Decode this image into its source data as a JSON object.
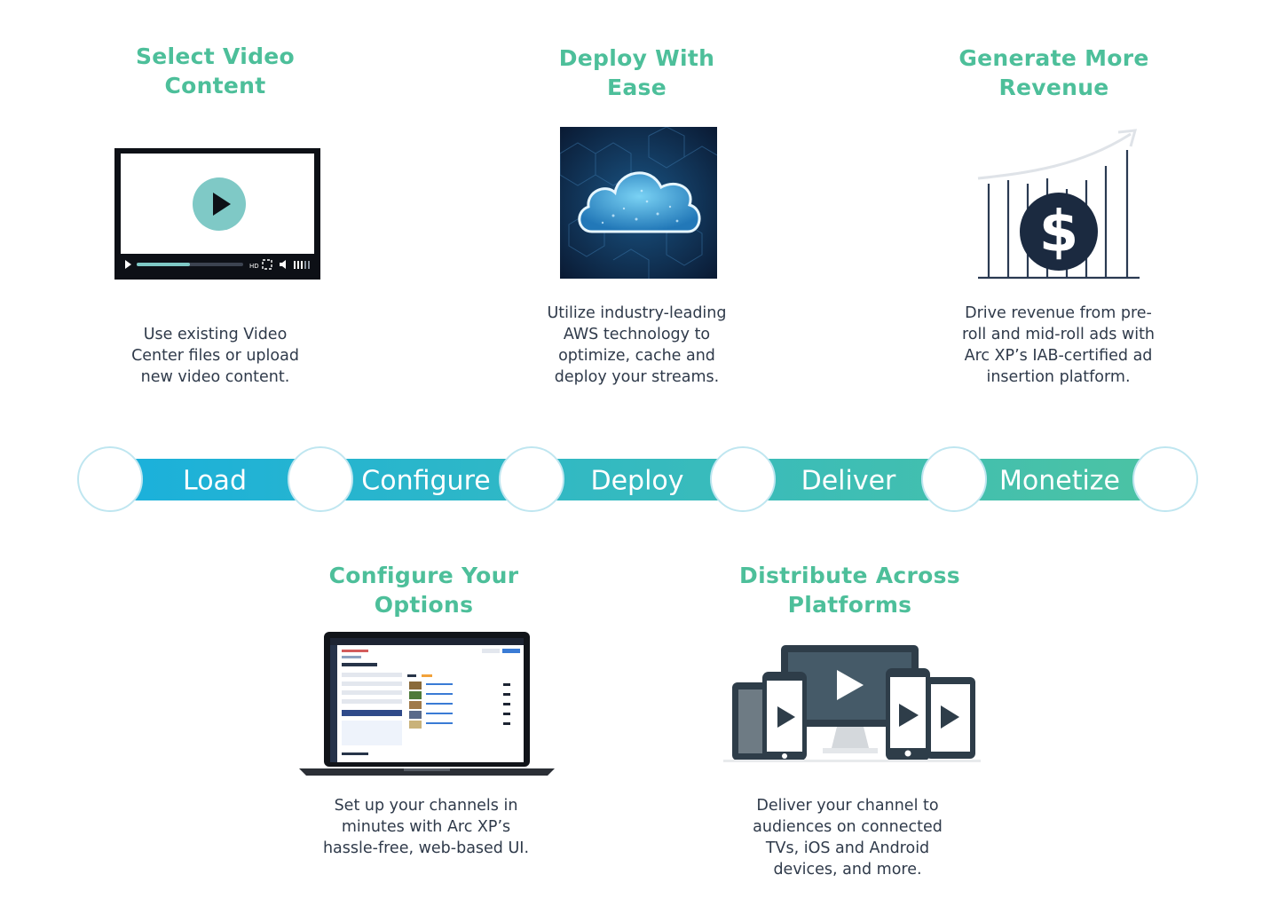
{
  "steps": [
    {
      "title": "Select Video\nContent",
      "description": "Use existing Video\nCenter files or upload\nnew video content."
    },
    {
      "title": "Deploy With\nEase",
      "description": "Utilize industry-leading\nAWS technology to\noptimize, cache and\ndeploy your streams."
    },
    {
      "title": "Generate More\nRevenue",
      "description": "Drive revenue from pre-\nroll and mid-roll ads with\nArc XP’s IAB-certified ad\ninsertion platform."
    },
    {
      "title": "Configure Your\nOptions",
      "description": "Set up your channels in\nminutes with Arc XP’s\nhassle-free, web-based UI."
    },
    {
      "title": "Distribute Across\nPlatforms",
      "description": "Deliver your channel to\naudiences on connected\nTVs, iOS and Android\ndevices, and more."
    }
  ],
  "pipeline": {
    "stages": [
      "Load",
      "Configure",
      "Deploy",
      "Deliver",
      "Monetize"
    ]
  },
  "player": {
    "quality_label": "HD"
  },
  "revenue_symbol": "$",
  "colors": {
    "accent_green": "#4dbf9a",
    "pipeline_blue": "#1ab0dc",
    "pipeline_teal": "#4cc3a3",
    "navy": "#1b2a40",
    "play_teal": "#7fc9c6"
  }
}
